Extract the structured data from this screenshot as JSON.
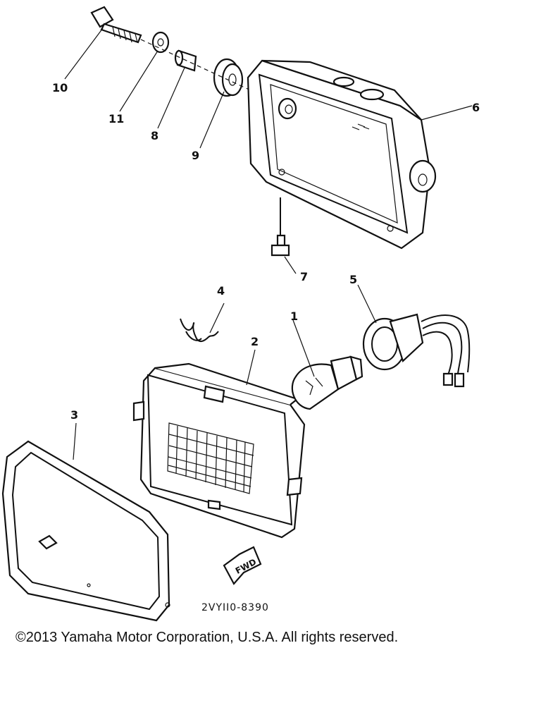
{
  "callouts": {
    "c1": "1",
    "c2": "2",
    "c3": "3",
    "c4": "4",
    "c5": "5",
    "c6": "6",
    "c7": "7",
    "c8": "8",
    "c9": "9",
    "c10": "10",
    "c11": "11"
  },
  "drawing_code": "2VYII0-8390",
  "fwd_label": "FWD",
  "copyright": "©2013 Yamaha Motor Corporation, U.S.A. All rights reserved."
}
